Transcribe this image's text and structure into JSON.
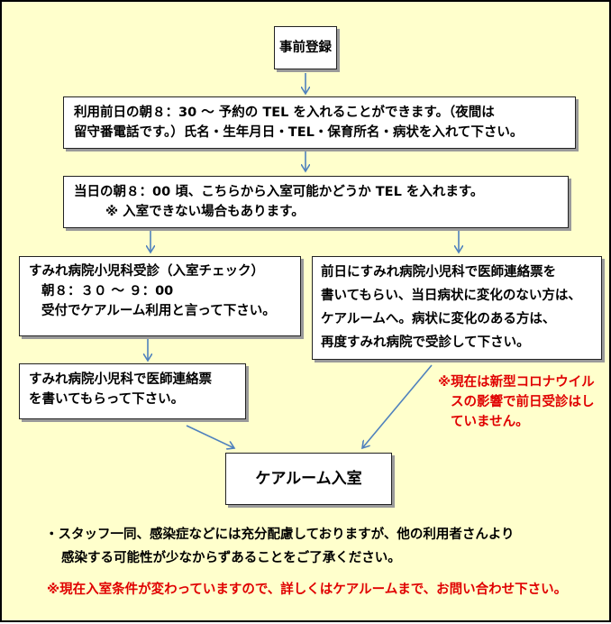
{
  "colors": {
    "background": "#FFFFCC",
    "arrow": "#4F81BD",
    "note_red": "#E00000",
    "text": "#000000"
  },
  "flow": {
    "pre_registration": "事前登録",
    "reservation": {
      "line1": "利用前日の朝８：30 ～ 予約の TEL を入れることができます。（夜間は",
      "line2": "留守番電話です。）氏名・生年月日・TEL・保育所名・病状を入れて下さい。"
    },
    "same_day": {
      "line1": "当日の朝８：00 頃、こちらから入室可能かどうか TEL を入れます。",
      "line2": "※ 入室できない場合もあります。"
    },
    "left_branch": {
      "visit": {
        "line1": "すみれ病院小児科受診（入室チェック）",
        "line2": "朝８：３０ ～ ９：00",
        "line3": "受付でケアルーム利用と言って下さい。"
      },
      "form": {
        "line1": "すみれ病院小児科で医師連絡票",
        "line2": "を書いてもらって下さい。"
      }
    },
    "right_branch": {
      "line1": "前日にすみれ病院小児科で医師連絡票を",
      "line2": "書いてもらい、当日病状に変化のない方は、",
      "line3": "ケアルームへ。病状に変化のある方は、",
      "line4": "再度すみれ病院で受診して下さい。"
    },
    "covid_note": {
      "line1": "※現在は新型コロナウイル",
      "line2": "スの影響で前日受診はし",
      "line3": "ていません。"
    },
    "final": "ケアルーム入室"
  },
  "footer": {
    "bullet_line1": "・スタッフ一同、感染症などには充分配慮しておりますが、他の利用者さんより",
    "bullet_line2": "感染する可能性が少なからずあることをご了承ください。",
    "red_note": "※現在入室条件が変わっていますので、詳しくはケアルームまで、お問い合わせ下さい。"
  }
}
